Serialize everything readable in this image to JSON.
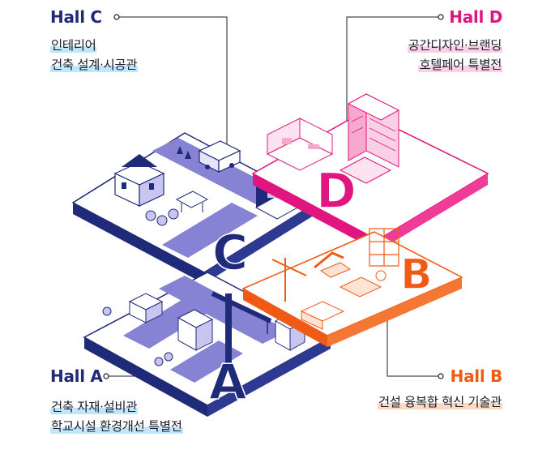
{
  "colors": {
    "navy": "#1f2a78",
    "magenta": "#e0157f",
    "orange": "#f05a14",
    "lavender": "#7d7ad0",
    "highlight_blue": "#bfe6fb",
    "highlight_pink": "#fbd0e6",
    "highlight_orange": "#ffd9bf"
  },
  "halls": {
    "c": {
      "title": "Hall C",
      "lines": [
        "인테리어",
        "건축 설계·시공관"
      ],
      "letter": "C",
      "color": "#1f2a78"
    },
    "d": {
      "title": "Hall D",
      "lines": [
        "공간디자인·브랜딩",
        "호텔페어 특별전"
      ],
      "letter": "D",
      "color": "#e0157f"
    },
    "a": {
      "title": "Hall A",
      "lines": [
        "건축 자재·설비관",
        "학교시설 환경개선 특별전"
      ],
      "letter": "A",
      "color": "#1f2a78"
    },
    "b": {
      "title": "Hall B",
      "lines": [
        "건설 융복합 혁신 기술관"
      ],
      "letter": "B",
      "color": "#f05a14"
    }
  }
}
